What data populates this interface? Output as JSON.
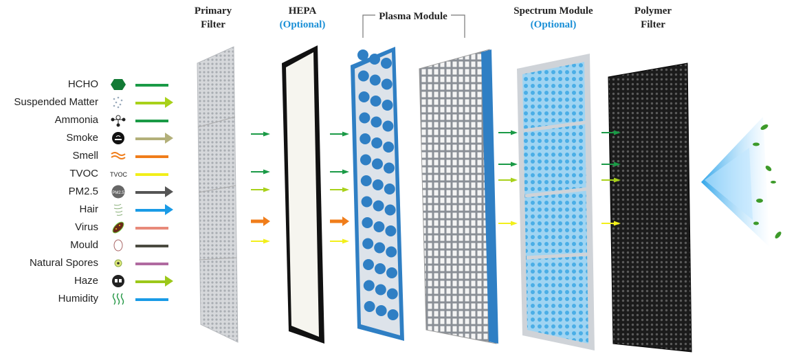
{
  "headers": {
    "primary": [
      "Primary",
      "Filter"
    ],
    "hepa": [
      "HEPA",
      "(Optional)"
    ],
    "plasma": "Plasma Module",
    "spectrum": [
      "Spectrum Module",
      "(Optional)"
    ],
    "polymer": [
      "Polymer",
      "Filter"
    ]
  },
  "legend": [
    {
      "label": "HCHO",
      "icon": "hexagon-icon",
      "color": "#1a9a46",
      "style": "line"
    },
    {
      "label": "Suspended Matter",
      "icon": "particles-icon",
      "color": "#a8d11a",
      "style": "arrow"
    },
    {
      "label": "Ammonia",
      "icon": "molecule-icon",
      "color": "#1a9a46",
      "style": "line"
    },
    {
      "label": "Smoke",
      "icon": "cigarette-icon",
      "color": "#b3b07a",
      "style": "arrow"
    },
    {
      "label": "Smell",
      "icon": "odor-waves-icon",
      "color": "#f07d1a",
      "style": "line"
    },
    {
      "label": "TVOC",
      "icon": "tvoc-icon",
      "icon_text": "TVOC",
      "color": "#f2ef1a",
      "style": "line"
    },
    {
      "label": "PM2.5",
      "icon": "pm25-icon",
      "icon_text": "PM2.5",
      "color": "#555555",
      "style": "arrow"
    },
    {
      "label": "Hair",
      "icon": "hair-icon",
      "color": "#1a9be6",
      "style": "arrow"
    },
    {
      "label": "Virus",
      "icon": "bacteria-icon",
      "color": "#e88a7a",
      "style": "line"
    },
    {
      "label": "Mould",
      "icon": "spore-egg-icon",
      "color": "#4a4a40",
      "style": "line"
    },
    {
      "label": "Natural Spores",
      "icon": "spore-icon",
      "color": "#b06aa0",
      "style": "line"
    },
    {
      "label": "Haze",
      "icon": "haze-icon",
      "color": "#9cc81a",
      "style": "arrow"
    },
    {
      "label": "Humidity",
      "icon": "steam-icon",
      "color": "#1a9be6",
      "style": "line"
    }
  ]
}
